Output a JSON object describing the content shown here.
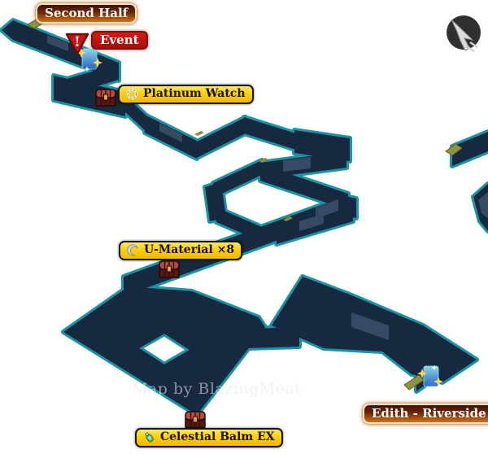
{
  "map": {
    "watermark": "Map by BlazingMeat",
    "zone_labels": [
      {
        "id": "second-half",
        "text": "Second Half"
      },
      {
        "id": "edith-riverside",
        "text": "Edith - Riverside"
      }
    ],
    "event_label": {
      "text": "Event",
      "icon": "exclamation-icon"
    },
    "treasure_labels": [
      {
        "id": "platinum-watch",
        "text": "Platinum Watch",
        "icon": "watch-icon"
      },
      {
        "id": "u-material",
        "text": "U-Material ×8",
        "icon": "crescent-icon"
      },
      {
        "id": "celestial-balm",
        "text": "Celestial Balm EX",
        "icon": "balm-icon"
      }
    ],
    "markers": {
      "treasure_chests": 3,
      "warp_sparkles": 2,
      "exclamation_badge": "!",
      "compass_direction": "northwest"
    },
    "colors": {
      "floor": "#172941",
      "outline": "#1995a5",
      "stairs": "#364a63",
      "ramp": "#90923f",
      "label_yellow": "#ffd007",
      "label_event_red": "#b01010",
      "zone_label_top": "#3f1206",
      "zone_label_bottom": "#d07814"
    }
  }
}
